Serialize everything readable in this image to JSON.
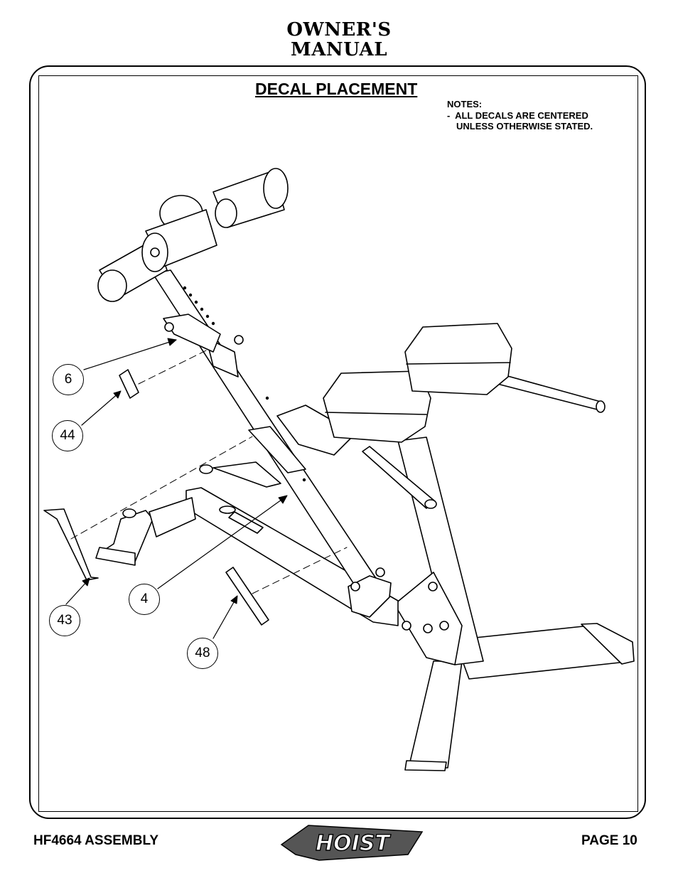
{
  "header": {
    "line1": "OWNER'S",
    "line2": "MANUAL"
  },
  "section_title": "DECAL PLACEMENT",
  "notes": {
    "heading": "NOTES:",
    "line1": "-  ALL DECALS ARE CENTERED",
    "line2": "UNLESS OTHERWISE STATED."
  },
  "callouts": {
    "c6": "6",
    "c44": "44",
    "c43": "43",
    "c4": "4",
    "c48": "48"
  },
  "footer": {
    "left": "HF4664 ASSEMBLY",
    "right": "PAGE 10",
    "logo_text": "HOIST"
  }
}
